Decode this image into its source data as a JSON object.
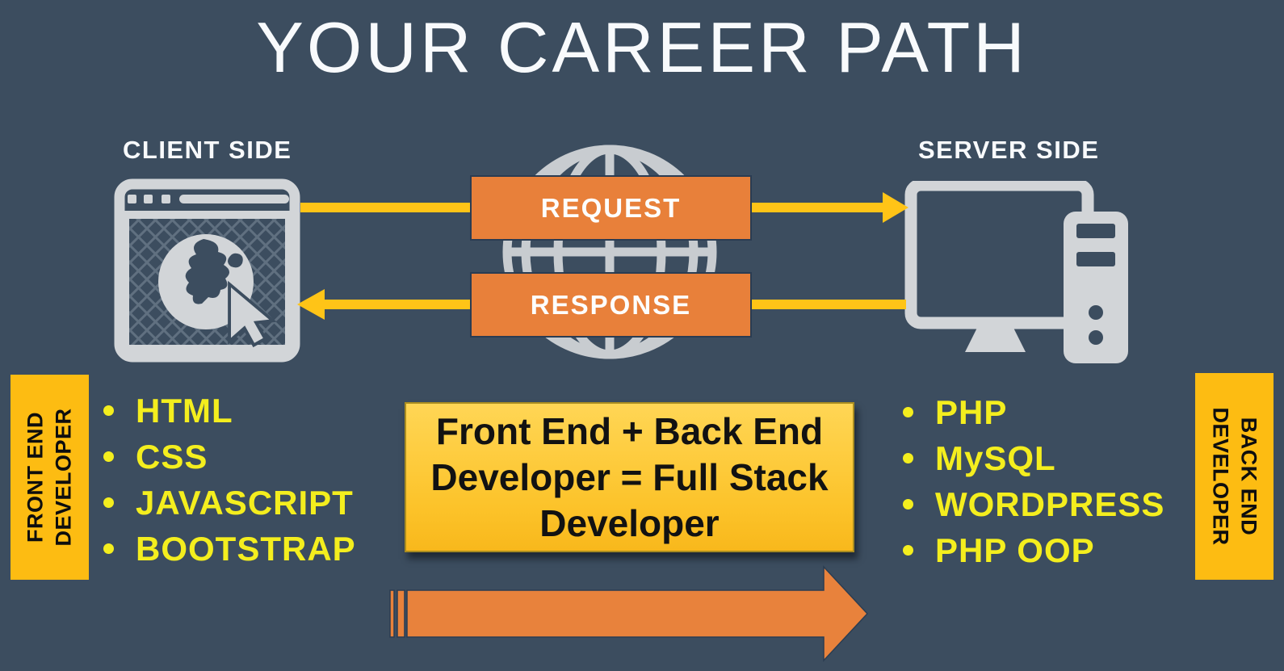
{
  "title": "YOUR CAREER PATH",
  "client": {
    "heading": "CLIENT SIDE",
    "skills": [
      "HTML",
      "CSS",
      "JAVASCRIPT",
      "BOOTSTRAP"
    ],
    "role": {
      "line1": "FRONT END",
      "line2": "DEVELOPER"
    }
  },
  "server": {
    "heading": "SERVER SIDE",
    "skills": [
      "PHP",
      "MySQL",
      "WORDPRESS",
      "PHP OOP"
    ],
    "role": {
      "line1": "BACK END",
      "line2": "DEVELOPER"
    }
  },
  "flow": {
    "request": "REQUEST",
    "response": "RESPONSE"
  },
  "summary": {
    "line1": "Front End + Back End",
    "line2": "Developer = Full Stack",
    "line3": "Developer"
  },
  "icons": {
    "client": "browser-window-globe-cursor-icon",
    "center": "globe-wireframe-icon",
    "server": "desktop-computer-tower-icon",
    "bottom": "striped-right-arrow-icon"
  },
  "colors": {
    "background": "#3C4D5F",
    "flow_box_orange": "#E8803A",
    "arrow_yellow": "#FFC417",
    "role_box_gold": "#FDBC12",
    "skill_text_yellow": "#F4EE1E",
    "summary_gold_top": "#FFD655",
    "summary_gold_bottom": "#F8B81C",
    "icon_gray": "#D2D5D8",
    "globe_gray": "#C8CCD0",
    "heading_white": "#F8FAFC",
    "career_arrow_orange": "#E8823C"
  }
}
